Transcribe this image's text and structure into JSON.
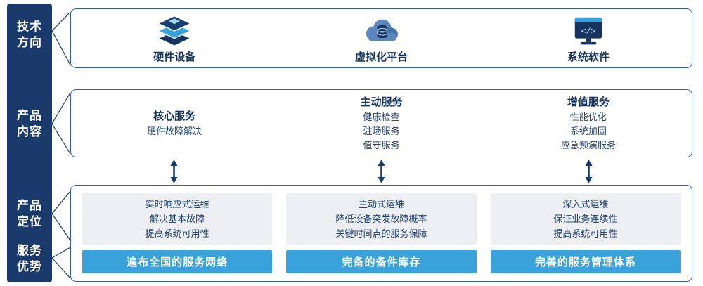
{
  "colors": {
    "sidebar_bg": "#1a3a6b",
    "box_border": "#2f5fa8",
    "dark_text": "#14345e",
    "banner_blue": "#3aa2da",
    "panel_gray": "#edeff2",
    "accent_light_blue": "#9fd4ee"
  },
  "sidebar": {
    "items": [
      {
        "label_lines": [
          "技术",
          "方向"
        ]
      },
      {
        "label_lines": [
          "产品",
          "内容"
        ]
      },
      {
        "label_lines": [
          "产品",
          "定位"
        ]
      },
      {
        "label_lines": [
          "服务",
          "优势"
        ]
      }
    ]
  },
  "tech_row": {
    "items": [
      {
        "icon": "server-stack-icon",
        "label": "硬件设备"
      },
      {
        "icon": "cloud-database-icon",
        "label": "虚拟化平台"
      },
      {
        "icon": "system-software-icon",
        "label": "系统软件"
      }
    ]
  },
  "services_row": {
    "columns": [
      {
        "title": "核心服务",
        "items": [
          "硬件故障解决",
          "",
          ""
        ]
      },
      {
        "title": "主动服务",
        "items": [
          "健康检查",
          "驻场服务",
          "值守服务"
        ]
      },
      {
        "title": "增值服务",
        "items": [
          "性能优化",
          "系统加固",
          "应急预演服务"
        ]
      }
    ]
  },
  "positioning_row": {
    "columns": [
      {
        "lines": [
          "实时响应式运维",
          "解决基本故障",
          "提高系统可用性"
        ],
        "banner": "遍布全国的服务网络"
      },
      {
        "lines": [
          "主动式运维",
          "降低设备突发故障概率",
          "关键时间点的服务保障"
        ],
        "banner": "完备的备件库存"
      },
      {
        "lines": [
          "深入式运维",
          "保证业务连续性",
          "提高系统可用性"
        ],
        "banner": "完善的服务管理体系"
      }
    ]
  },
  "icon_glyphs": {
    "code": "</>"
  }
}
